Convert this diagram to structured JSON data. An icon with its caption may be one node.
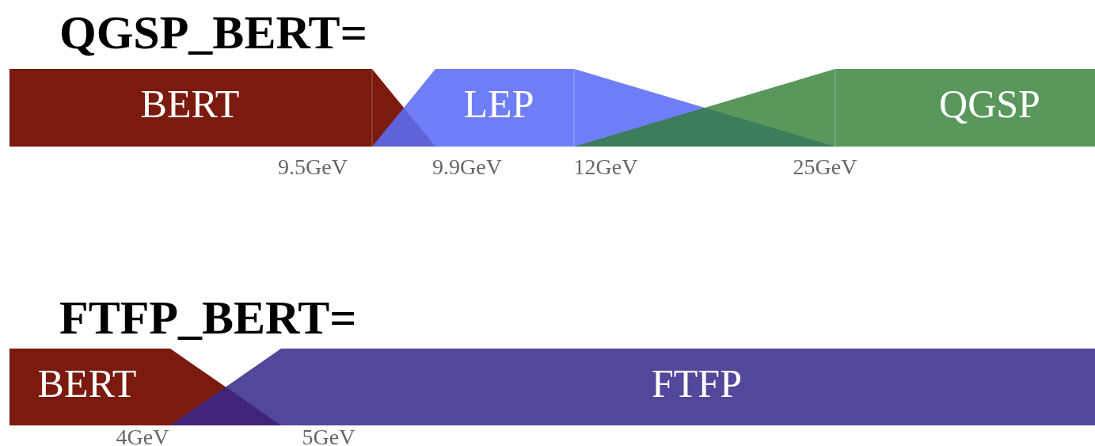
{
  "diagram": {
    "nodes": [
      {
        "text": [
          "BERT"
        ]
      },
      {
        "text": [
          "LEP"
        ]
      },
      {
        "text": [
          "QGSP"
        ]
      },
      {
        "text": [
          "BERT"
        ]
      },
      {
        "text": [
          "FTFP"
        ]
      }
    ],
    "labels": [
      "QGSP_BERT=",
      "9.5GeV",
      "9.9GeV",
      "12GeV",
      "25GeV",
      "FTFP_BERT=",
      "4GeV",
      "5GeV"
    ]
  }
}
